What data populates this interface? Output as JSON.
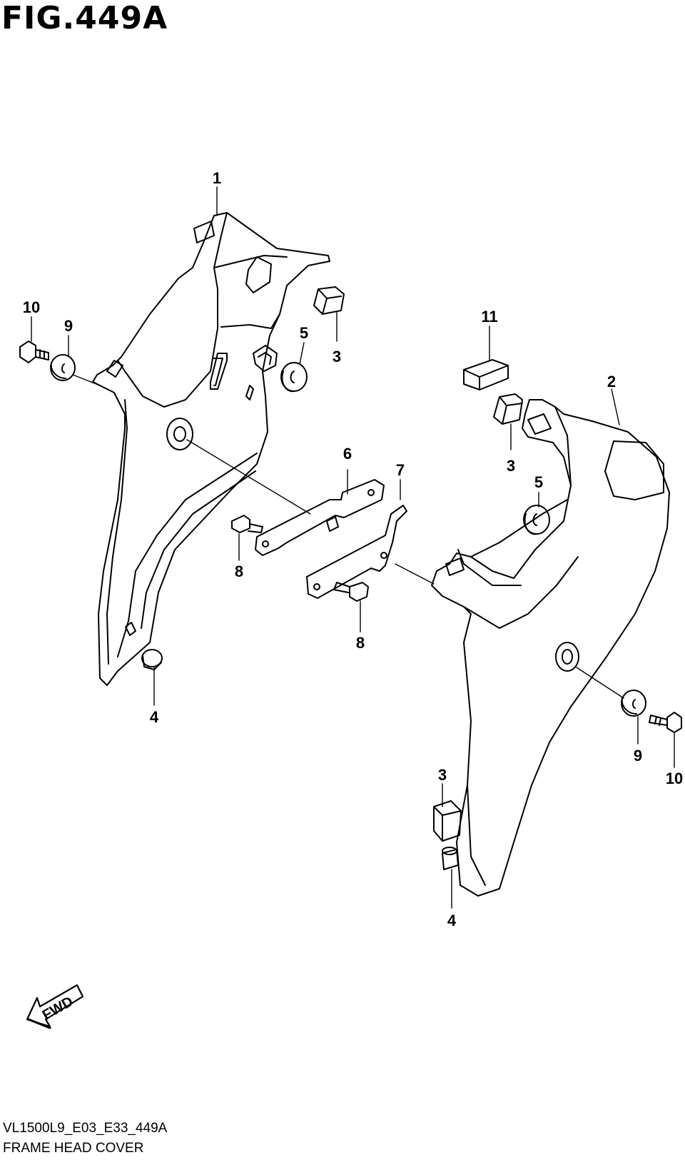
{
  "figure_title": "FIG.449A",
  "callouts": [
    "1",
    "2",
    "3",
    "3",
    "3",
    "4",
    "4",
    "5",
    "5",
    "6",
    "7",
    "8",
    "8",
    "9",
    "9",
    "10",
    "10",
    "11"
  ],
  "fwd_label": "FWD",
  "footer": {
    "model_code": "VL1500L9_E03_E33_449A",
    "section_name": "FRAME HEAD COVER"
  }
}
